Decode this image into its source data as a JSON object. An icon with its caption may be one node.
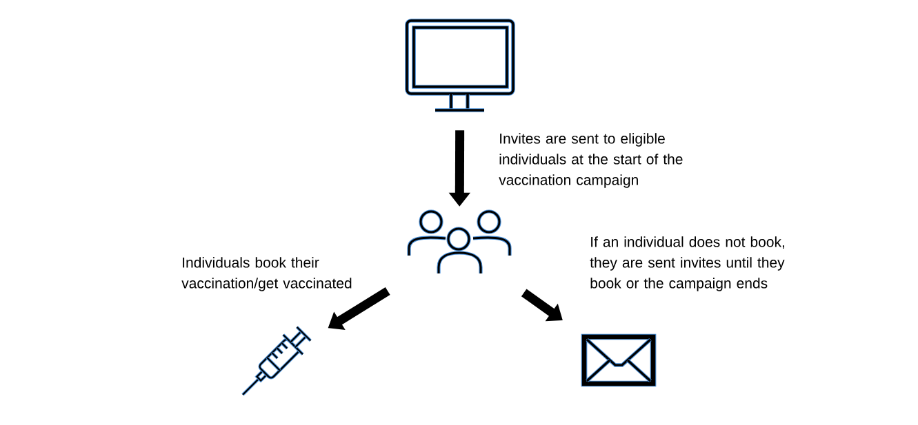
{
  "diagram": {
    "nodes": [
      {
        "text": [],
        "shape": "monitor"
      },
      {
        "text": [],
        "shape": "people"
      },
      {
        "text": [],
        "shape": "syringe"
      },
      {
        "text": [],
        "shape": "envelope"
      }
    ],
    "edges": [
      {
        "from": 0,
        "to": 1,
        "arrow": "to",
        "label": "Invites are sent to eligible individuals at the start of the vaccination campaign"
      },
      {
        "from": 1,
        "to": 2,
        "arrow": "to",
        "label": "Individuals book their vaccination/get vaccinated"
      },
      {
        "from": 1,
        "to": 3,
        "arrow": "to",
        "label": "If an individual does not book, they are sent invites until they book or the campaign ends"
      }
    ]
  }
}
